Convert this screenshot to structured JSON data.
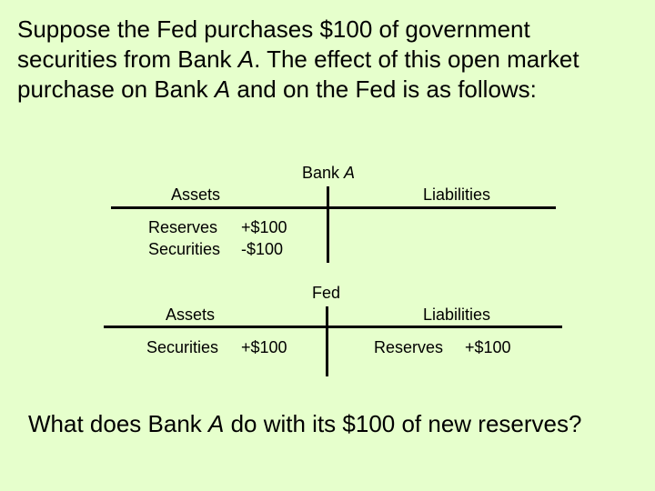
{
  "intro": {
    "part1": "Suppose the Fed purchases $100 of government securities from Bank ",
    "part1_em": "A",
    "part2": ".  The effect of this open market purchase on Bank ",
    "part2_em": "A",
    "part3": " and on the Fed is as follows:"
  },
  "bank_a": {
    "title_prefix": "Bank ",
    "title_em": "A",
    "assets_header": "Assets",
    "liabilities_header": "Liabilities",
    "asset_rows": [
      {
        "label": "Reserves",
        "value": "+$100"
      },
      {
        "label": "Securities",
        "value": "-$100"
      }
    ]
  },
  "fed": {
    "title": "Fed",
    "assets_header": "Assets",
    "liabilities_header": "Liabilities",
    "asset_rows": [
      {
        "label": "Securities",
        "value": "+$100"
      }
    ],
    "liability_rows": [
      {
        "label": "Reserves",
        "value": "+$100"
      }
    ]
  },
  "question": {
    "part1": "What does Bank ",
    "em": "A",
    "part2": " do with its $100 of new reserves?"
  }
}
